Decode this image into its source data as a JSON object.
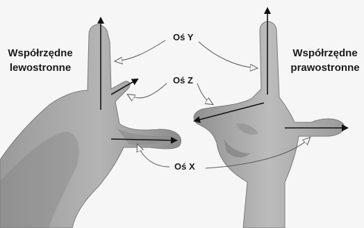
{
  "left_label": {
    "line1": "Współrzędne",
    "line2": "lewostronne"
  },
  "right_label": {
    "line1": "Współrzędne",
    "line2": "prawostronne"
  },
  "axes": {
    "y": "Oś Y",
    "z": "Oś Z",
    "x": "Oś X"
  },
  "colors": {
    "background": "#f6f6f6",
    "skin": "#a8a8a8",
    "skin_shadow": "#6f6f6f",
    "arrow": "#111111",
    "callout": "#555555"
  }
}
